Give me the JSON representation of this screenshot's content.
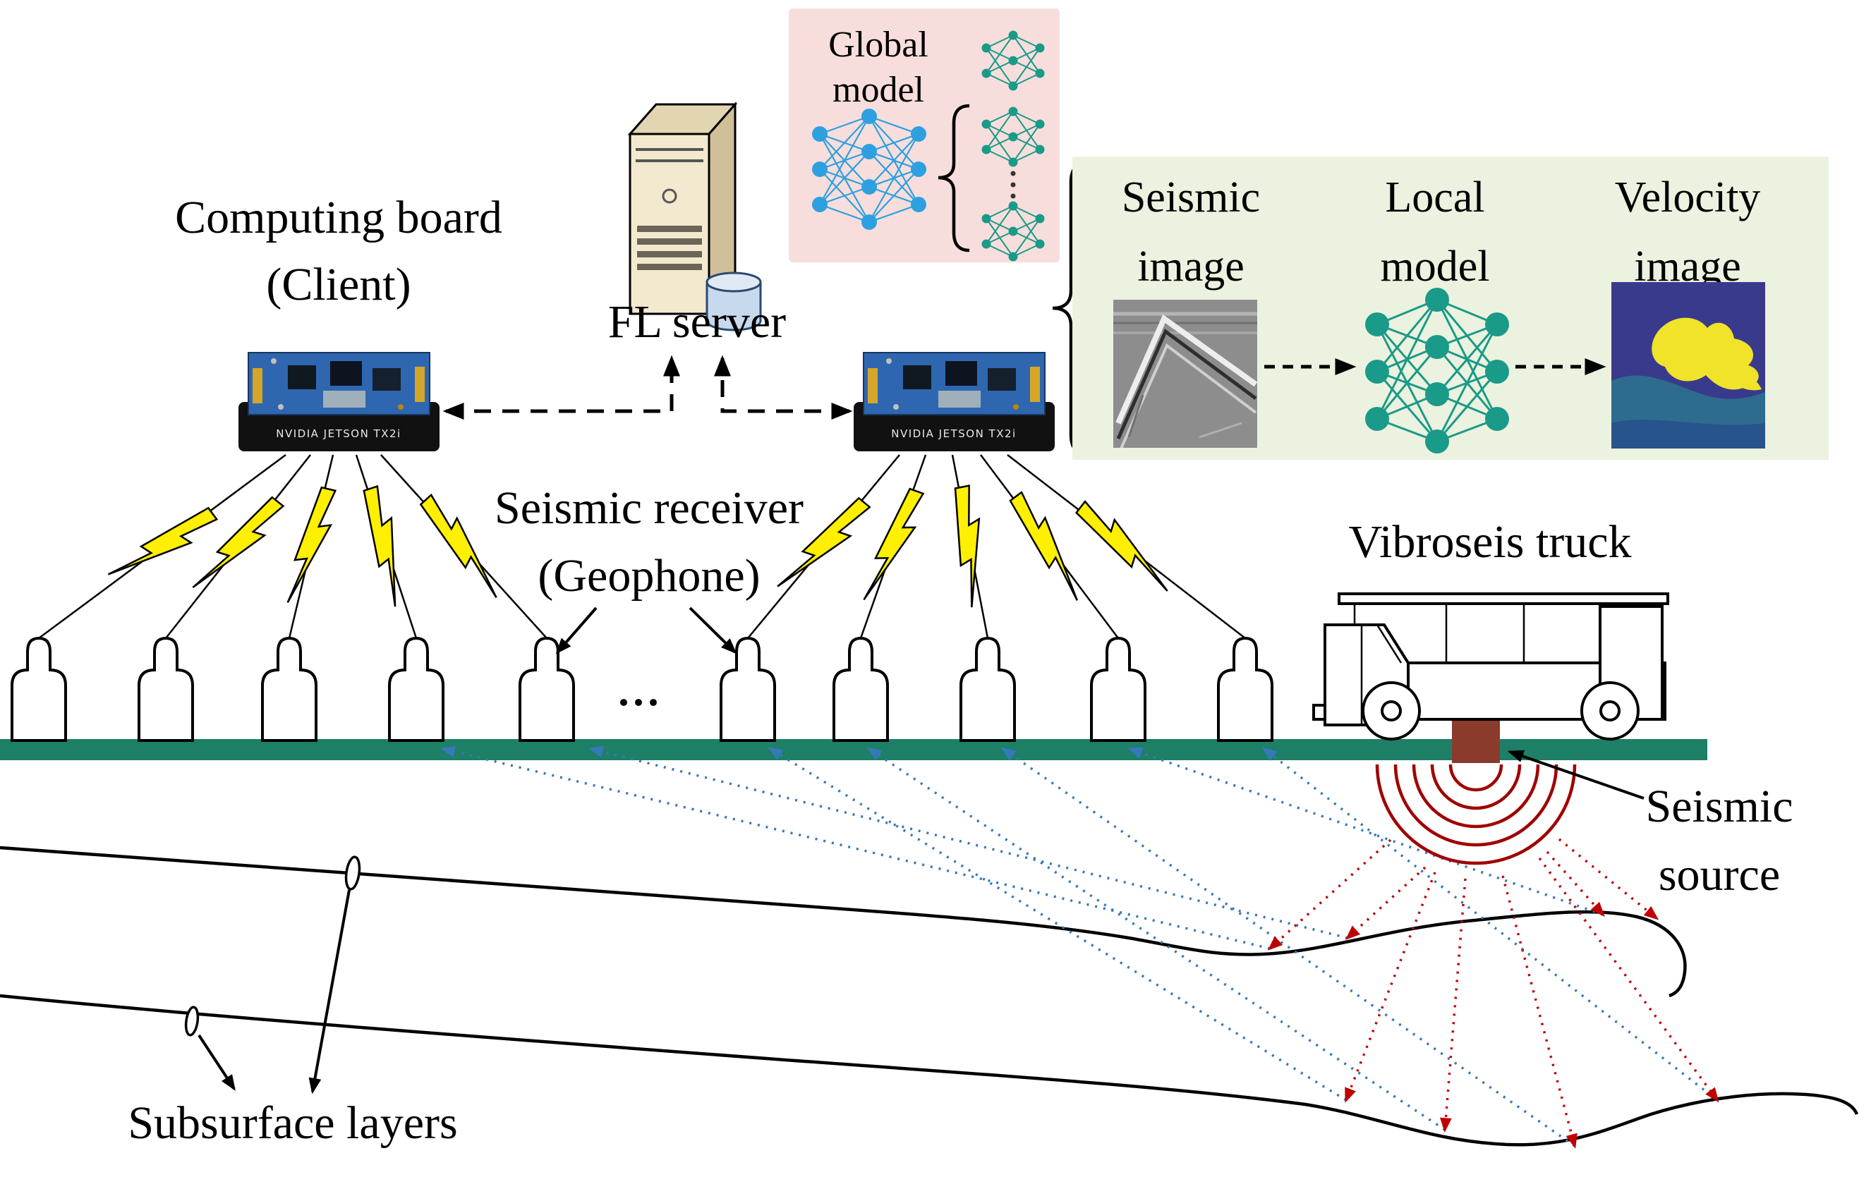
{
  "labels": {
    "computing_board": {
      "line1": "Computing board",
      "line2": "(Client)"
    },
    "fl_server": "FL server",
    "global_model": {
      "line1": "Global",
      "line2": "model"
    },
    "seismic_image": {
      "line1": "Seismic",
      "line2": "image"
    },
    "local_model": {
      "line1": "Local",
      "line2": "model"
    },
    "velocity_image": {
      "line1": "Velocity",
      "line2": "image"
    },
    "seismic_receiver": {
      "line1": "Seismic receiver",
      "line2": "(Geophone)"
    },
    "vibroseis_truck": "Vibroseis truck",
    "seismic_source": {
      "line1": "Seismic",
      "line2": "source"
    },
    "subsurface_layers": "Subsurface layers",
    "geophone_ellipsis": "..."
  },
  "devices": {
    "board_text": "NVIDIA JETSON TX2i"
  },
  "colors": {
    "panel_pink": "#f7dedc",
    "panel_green": "#ebf2df",
    "global_nn_blue": "#2da0e0",
    "local_nn_teal": "#1a9a88",
    "ground_bar": "#1d7f66",
    "lightning_yellow": "#ffef00",
    "downgoing_ray_red": "#c00000",
    "upgoing_ray_blue": "#3579b8",
    "seismic_source_brown": "#8a3b2b",
    "wavefront_arc_red": "#a00000",
    "server_beige": "#f2e9cf",
    "board_pcb_blue": "#2f66b0"
  },
  "icons": {
    "fl-server-icon": "computer tower with database cylinder",
    "computing-board-icon": "embedded GPU board",
    "geophone-icon": "bottle-shaped seismic receiver",
    "lightning-icon": "yellow zigzag bolt wireless link",
    "vibroseis-truck-icon": "truck outline",
    "neural-network-icon": "fully connected network graph",
    "subsurface-layer-marker-icon": "small ellipse marker"
  }
}
